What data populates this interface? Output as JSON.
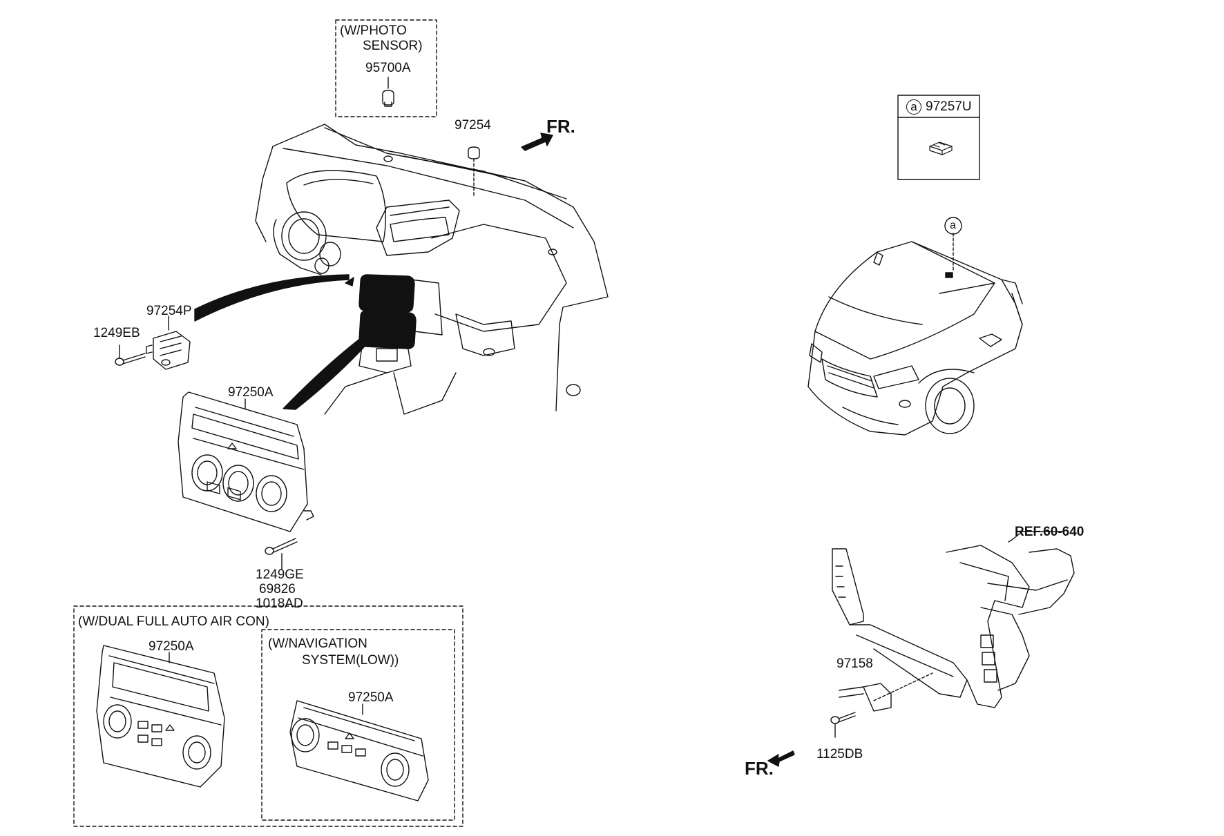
{
  "boxes": {
    "photo_sensor": {
      "line1": "(W/PHOTO",
      "line2": "SENSOR)"
    },
    "dual_auto": {
      "title": "(W/DUAL FULL AUTO AIR CON)"
    },
    "navigation": {
      "line1": "(W/NAVIGATION",
      "line2": "SYSTEM(LOW))"
    }
  },
  "parts": {
    "p95700A": "95700A",
    "p97254": "97254",
    "p97254P": "97254P",
    "p1249EB": "1249EB",
    "p97250A_main": "97250A",
    "p1249GE": "1249GE",
    "p69826": "69826",
    "p1018AD": "1018AD",
    "p97250A_dual": "97250A",
    "p97250A_nav": "97250A",
    "p97257U": "97257U",
    "p97158": "97158",
    "p1125DB": "1125DB"
  },
  "callouts": {
    "a_box": "a",
    "a_vehicle": "a"
  },
  "reference": "REF.60-640",
  "direction": {
    "top": "FR.",
    "bottom": "FR."
  },
  "colors": {
    "ink": "#111111",
    "background": "#ffffff",
    "dashed_border": "#333333"
  }
}
